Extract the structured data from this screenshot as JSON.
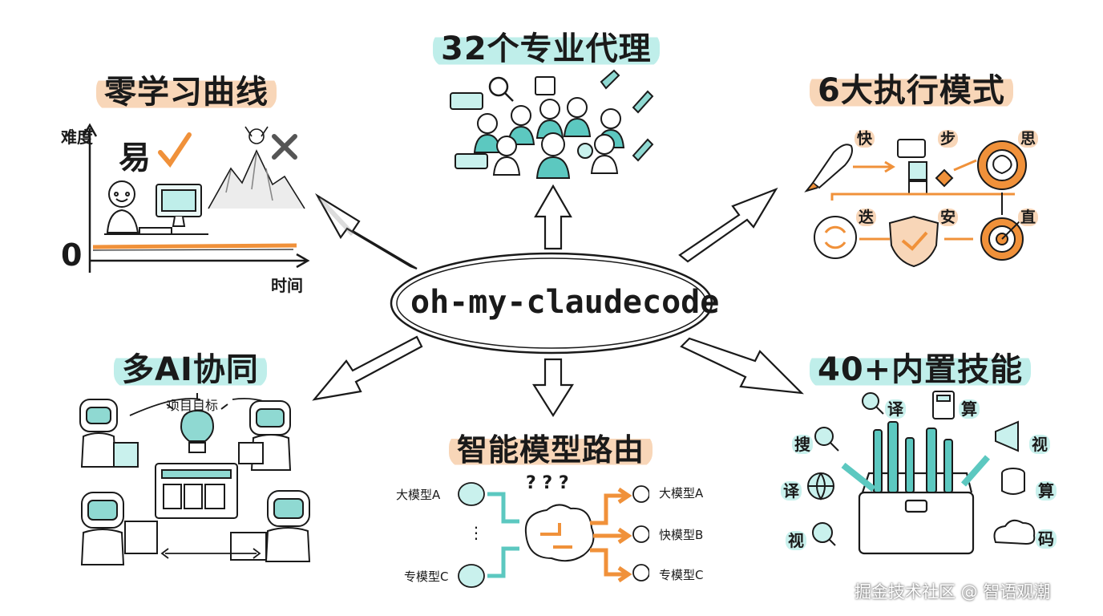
{
  "center": {
    "label": "oh-my-claudecode"
  },
  "sections": {
    "learning": {
      "title": "零学习曲线",
      "y_axis": "难度",
      "x_axis": "时间",
      "zero": "0",
      "easy": "易"
    },
    "agents": {
      "title": "32个专业代理"
    },
    "modes": {
      "title": "6大执行模式",
      "labels": [
        "快",
        "步",
        "思",
        "迭",
        "安",
        "直"
      ]
    },
    "multi_ai": {
      "title": "多AI协同",
      "goal": "项目目标"
    },
    "routing": {
      "title": "智能模型路由",
      "inputs": [
        "大模型A",
        "⋮",
        "专模型C"
      ],
      "outputs": [
        "大模型A",
        "快模型B",
        "专模型C"
      ],
      "question_marks": "? ? ?"
    },
    "skills": {
      "title": "40+内置技能",
      "labels": [
        "译",
        "算",
        "搜",
        "视",
        "译",
        "算",
        "视",
        "码"
      ]
    }
  },
  "watermark": "掘金技术社区 @ 智语观潮",
  "colors": {
    "orange": "#f0913a",
    "teal": "#5cc8c0",
    "ink": "#1a1a1a",
    "orange_hl": "#f8d6b8",
    "teal_hl": "#bfeeea"
  }
}
